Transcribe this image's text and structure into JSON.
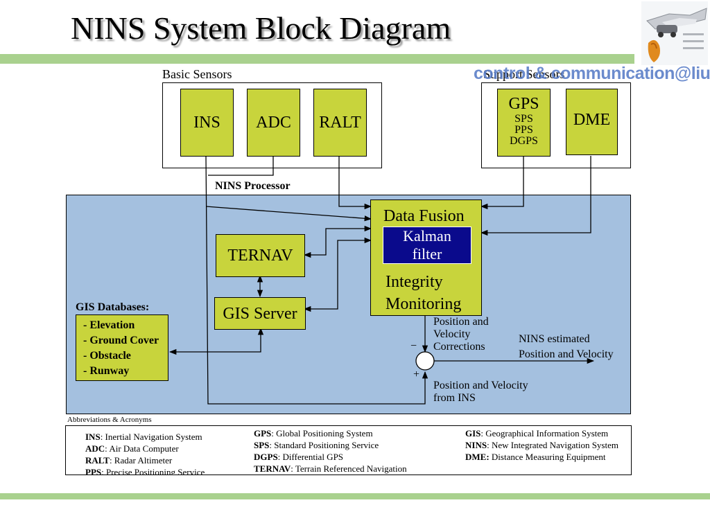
{
  "slide": {
    "title": "NINS System Block Diagram",
    "watermark": "control & communication@liu"
  },
  "sensors": {
    "basic_label": "Basic Sensors",
    "support_label": "Support Sensors",
    "ins": "INS",
    "adc": "ADC",
    "ralt": "RALT",
    "gps": "GPS",
    "gps_sub": [
      "SPS",
      "PPS",
      "DGPS"
    ],
    "dme": "DME"
  },
  "processor": {
    "label": "NINS Processor",
    "data_fusion": "Data Fusion",
    "kalman": [
      "Kalman",
      "filter"
    ],
    "integrity": [
      "Integrity",
      "Monitoring"
    ],
    "ternav": "TERNAV",
    "gis_server": "GIS Server",
    "gis_db_title": "GIS Databases:",
    "gis_db_items": [
      "- Elevation",
      "- Ground Cover",
      "- Obstacle",
      "- Runway"
    ],
    "corrections": [
      "Position and",
      "Velocity",
      "Corrections"
    ],
    "minus": "−",
    "plus": "+",
    "from_ins": [
      "Position and Velocity",
      "from INS"
    ],
    "estimated": [
      "NINS estimated",
      "Position and Velocity"
    ]
  },
  "abbreviations": {
    "title": "Abbreviations & Acronyms",
    "col1": [
      {
        "term": "INS",
        "def": ": Inertial Navigation System"
      },
      {
        "term": "ADC",
        "def": ": Air Data Computer"
      },
      {
        "term": "RALT",
        "def": ": Radar Altimeter"
      },
      {
        "term": "PPS",
        "def": ": Precise Positioning Service"
      }
    ],
    "col2": [
      {
        "term": "GPS",
        "def": ": Global Positioning System"
      },
      {
        "term": "SPS",
        "def": ": Standard Positioning Service"
      },
      {
        "term": "DGPS",
        "def": ": Differential GPS"
      },
      {
        "term": "TERNAV",
        "def": ": Terrain Referenced Navigation"
      }
    ],
    "col3": [
      {
        "term": "GIS",
        "def": ": Geographical Information System"
      },
      {
        "term": "NINS",
        "def": ": New Integrated Navigation System"
      },
      {
        "term": "DME:",
        "def": " Distance Measuring Equipment"
      }
    ]
  },
  "colors": {
    "block_fill": "#c8d43c",
    "processor_fill": "#a4c0df",
    "kalman_fill": "#0a0a8c",
    "band": "#a9d18e"
  }
}
